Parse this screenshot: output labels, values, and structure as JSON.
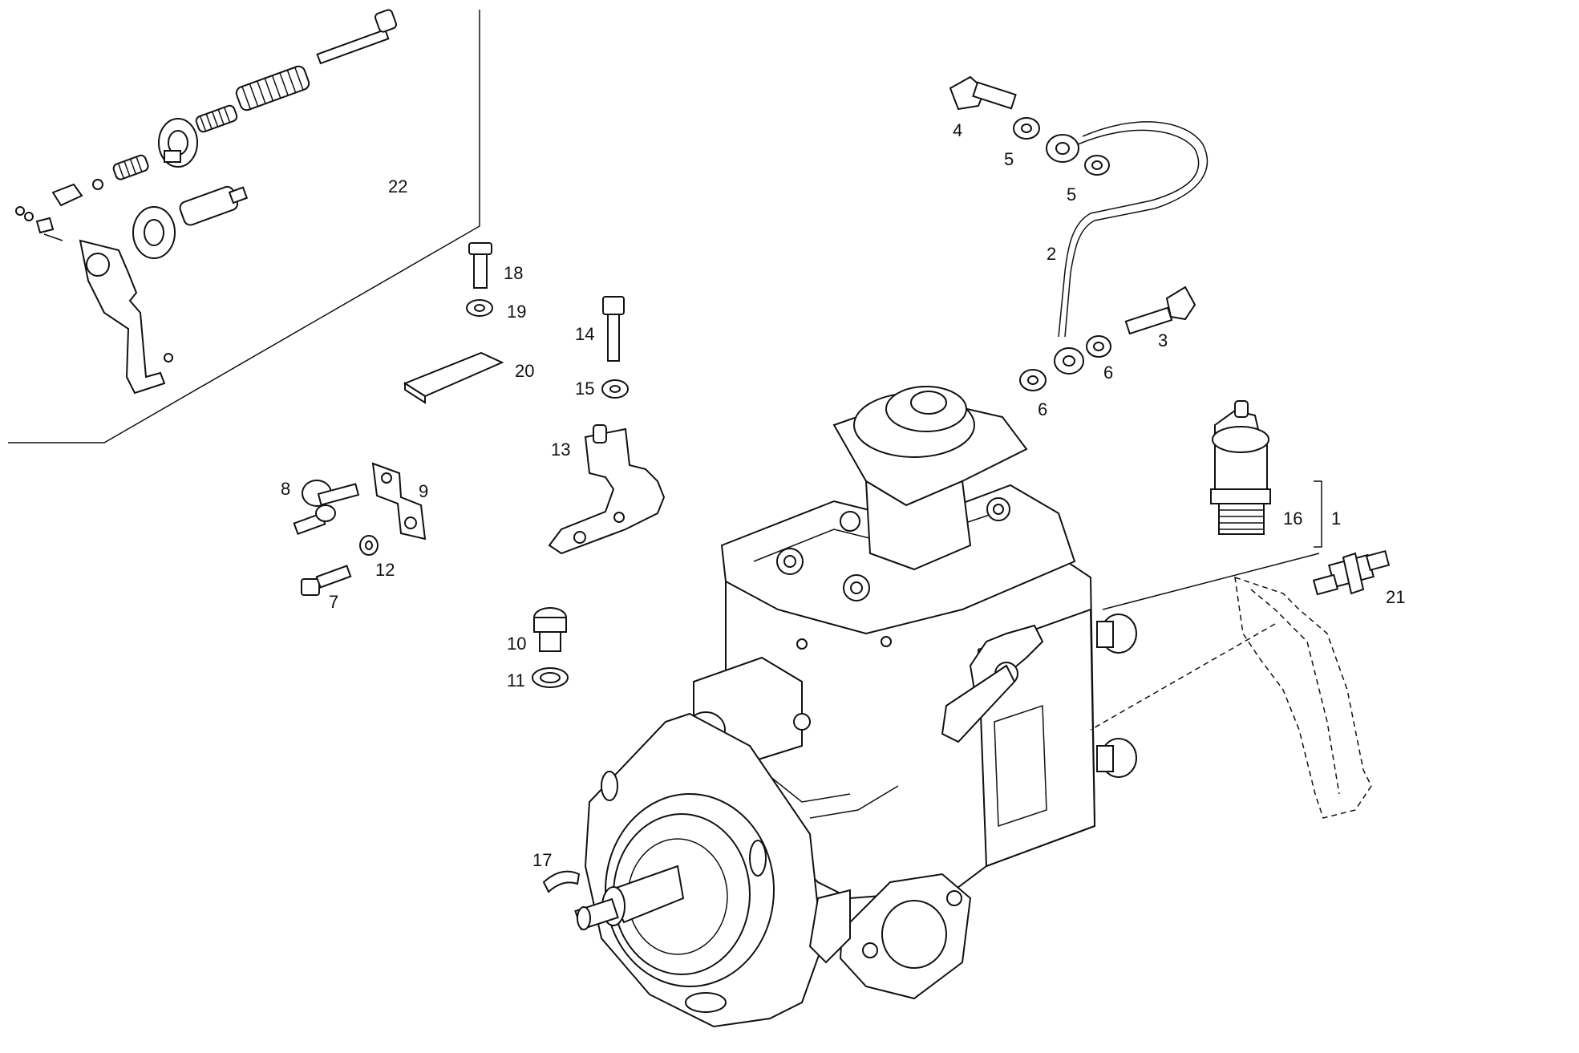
{
  "colors": {
    "line": "#111111",
    "background": "#ffffff"
  },
  "callouts": {
    "c1": "1",
    "c2": "2",
    "c3": "3",
    "c4": "4",
    "c5a": "5",
    "c5b": "5",
    "c6a": "6",
    "c6b": "6",
    "c7": "7",
    "c8": "8",
    "c9": "9",
    "c10": "10",
    "c11": "11",
    "c12": "12",
    "c13": "13",
    "c14": "14",
    "c15": "15",
    "c16": "16",
    "c17": "17",
    "c18": "18",
    "c19": "19",
    "c20": "20",
    "c21": "21",
    "c22": "22"
  }
}
